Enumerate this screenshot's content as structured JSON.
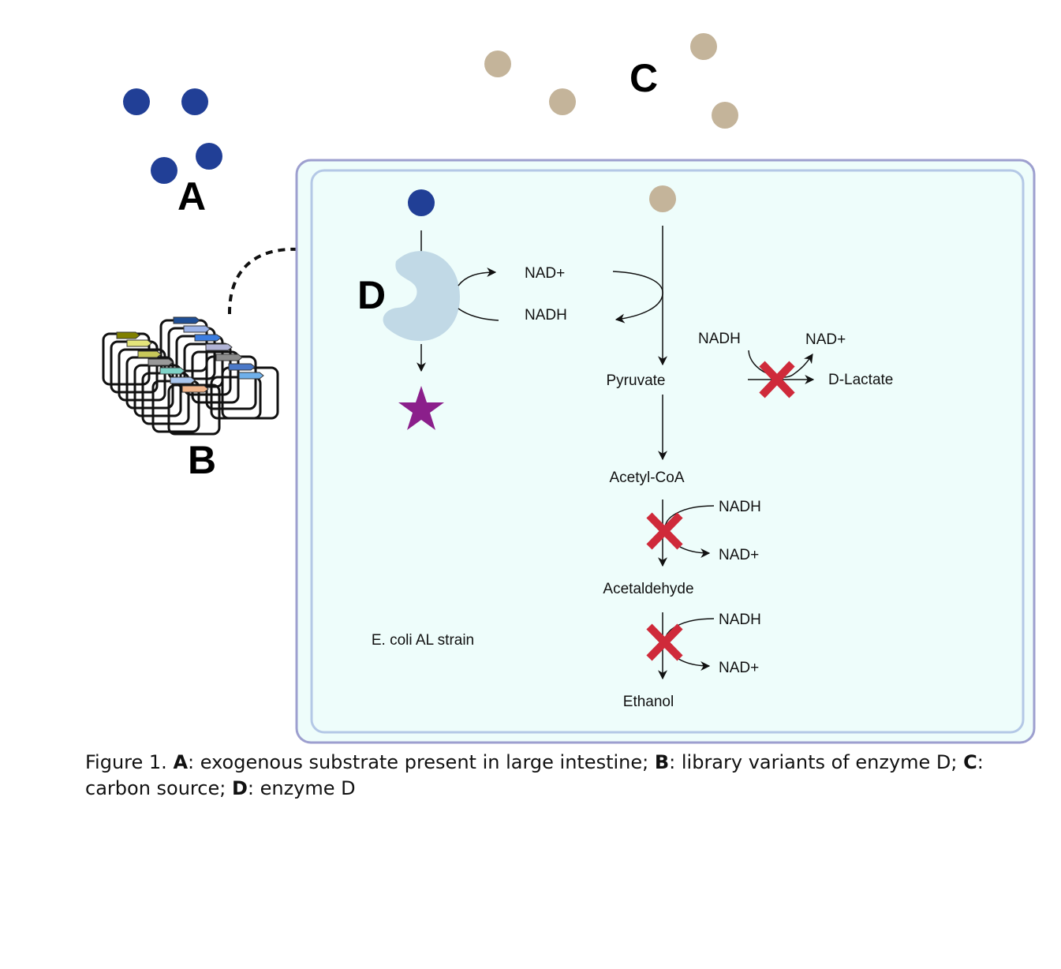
{
  "labels": {
    "A": "A",
    "B": "B",
    "C": "C",
    "D": "D"
  },
  "cell": {
    "strain_label": "E. coli AL strain"
  },
  "enzyme_cofactors": {
    "nad_plus": "NAD+",
    "nadh": "NADH"
  },
  "pathway": {
    "pyruvate": "Pyruvate",
    "acetyl_coa": "Acetyl-CoA",
    "acetaldehyde": "Acetaldehyde",
    "ethanol": "Ethanol",
    "d_lactate": "D-Lactate",
    "lactate_nadh": "NADH",
    "lactate_nad_plus": "NAD+",
    "step1_nadh": "NADH",
    "step1_nad_plus": "NAD+",
    "step2_nadh": "NADH",
    "step2_nad_plus": "NAD+"
  },
  "caption": {
    "prefix": "Figure 1.  ",
    "a_key": "A",
    "a_text": ": exogenous substrate present in large intestine; ",
    "b_key": "B",
    "b_text": ": library variants of enzyme D; ",
    "c_key": "C",
    "c_text": ": carbon source; ",
    "d_key": "D",
    "d_text": ": enzyme D"
  },
  "colors": {
    "substrate_A": "#213f96",
    "carbon_source_C": "#c4b49a",
    "enzyme_D": "#c1d9e6",
    "product_star": "#8b1f8b",
    "knockout_x": "#cf2a3a",
    "cell_outer_border": "#9d9fcf",
    "cell_inner_border": "#b4c8e6",
    "cell_fill": "#eefdfb"
  },
  "icons": {
    "knockout": "x-mark-icon",
    "product": "star-icon",
    "library": "plasmid-stack-icon"
  }
}
